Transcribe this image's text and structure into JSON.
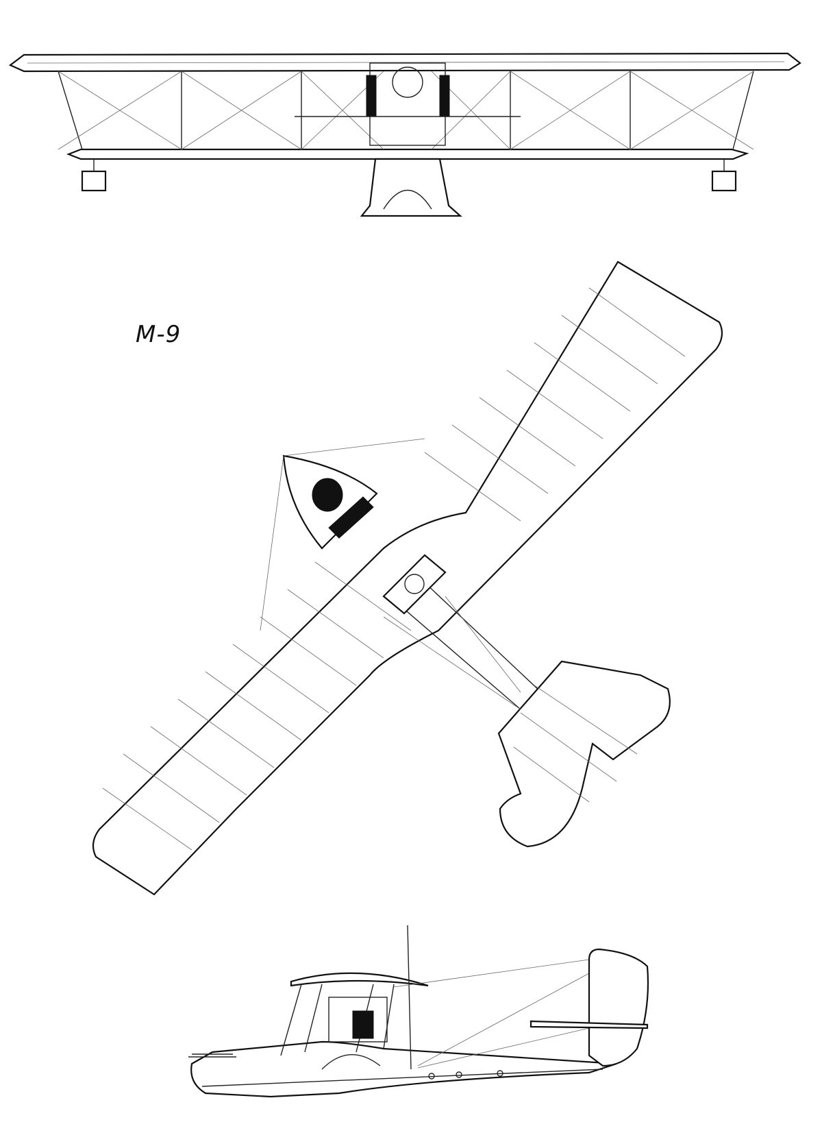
{
  "drawing": {
    "designation": "M-9",
    "views": [
      "front-view",
      "top-view",
      "side-view"
    ]
  },
  "colors": {
    "ink": "#111111",
    "paper": "#ffffff"
  }
}
